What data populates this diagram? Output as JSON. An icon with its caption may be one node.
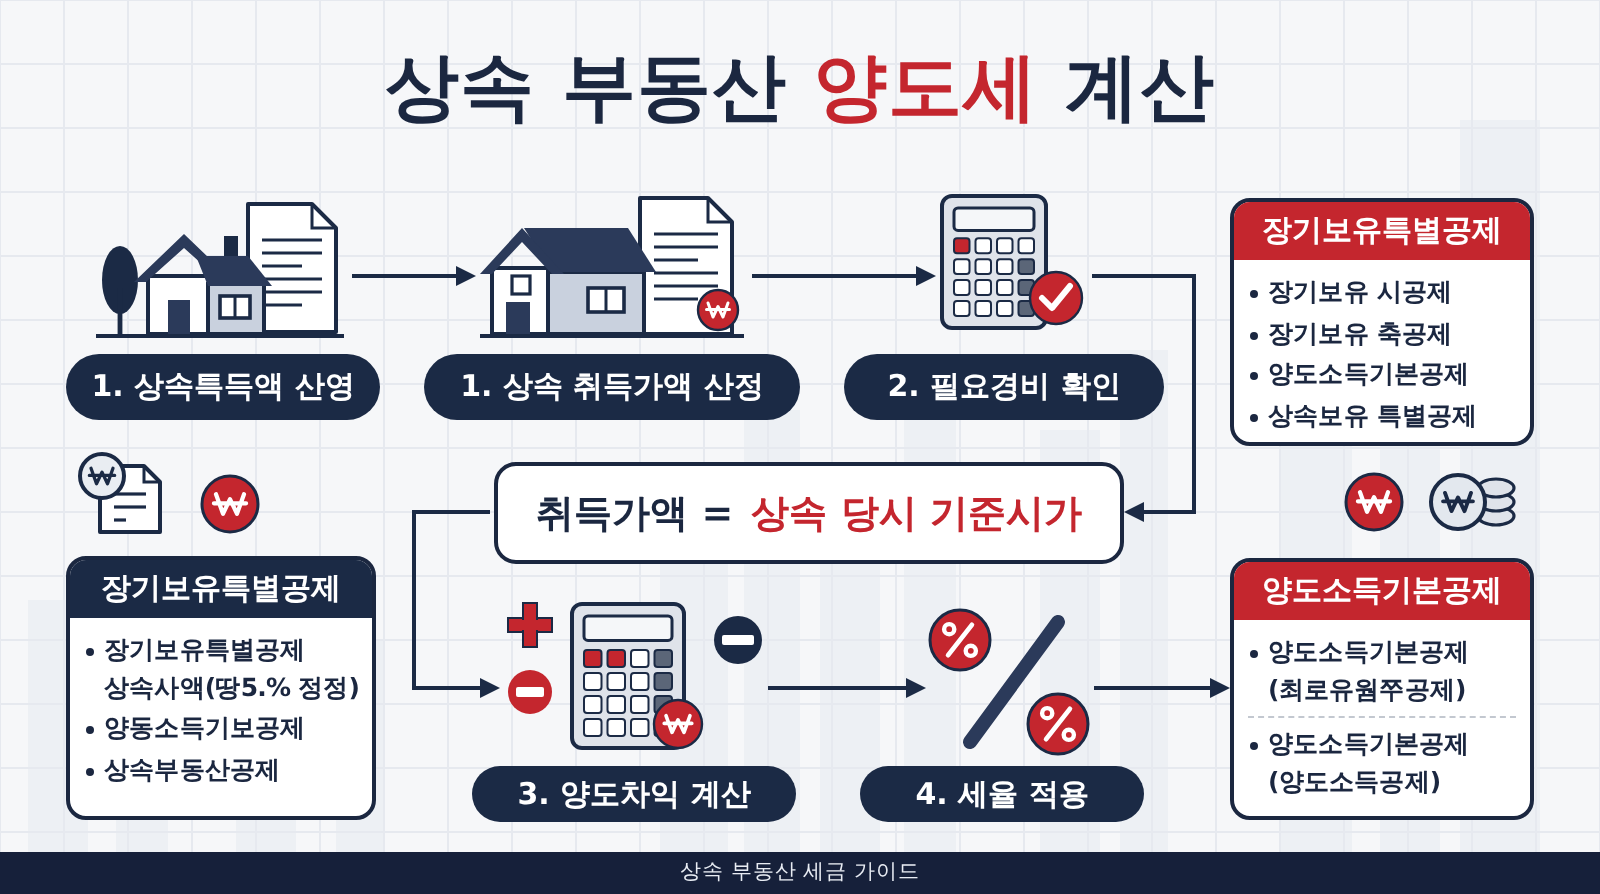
{
  "diagram": {
    "title": "상속 부동산 양도세 계산",
    "caption": "상속 부동산 세금 가이드",
    "nodes": [
      {
        "text": [],
        "shape": "picture"
      },
      {
        "text": [
          "1. 상속특득액 산영"
        ]
      },
      {
        "text": [],
        "shape": "picture"
      },
      {
        "text": [
          "1. 상속 취득가액 산정"
        ]
      },
      {
        "text": [],
        "shape": "picture"
      },
      {
        "text": [
          "2. 필요경비 확인"
        ]
      },
      {
        "text": [
          "장기보유특별공제",
          "장기보유 시공제",
          "장기보유 축공제",
          "양도소득기본공제",
          "상속보유 특별공제"
        ]
      },
      {
        "text": [
          "취득가액 =",
          "상속 당시 기준시가"
        ]
      },
      {
        "text": [
          "장기보유특별공제",
          "장기보유특별공제 상속사액(땅5.% 정정)",
          "양동소득기보공제",
          "상속부동산공제"
        ]
      },
      {
        "text": [],
        "shape": "picture"
      },
      {
        "text": [
          "3. 양도차익 계산"
        ]
      },
      {
        "text": [],
        "shape": "picture"
      },
      {
        "text": [
          "4. 세율 적용"
        ]
      },
      {
        "text": [
          "양도소득기본공제",
          "양도소득기본공제 (최로유웜쭈공제)",
          "양도소득기본공제 (양도소득공제)"
        ]
      }
    ],
    "edges": [
      {
        "from": 0,
        "to": 2,
        "arrow": "to"
      },
      {
        "from": 2,
        "to": 4,
        "arrow": "to"
      },
      {
        "from": 4,
        "to": 7,
        "arrow": "to"
      },
      {
        "from": 7,
        "to": 9,
        "arrow": "to"
      },
      {
        "from": 9,
        "to": 11,
        "arrow": "to"
      },
      {
        "from": 11,
        "to": 13,
        "arrow": "to"
      }
    ]
  }
}
